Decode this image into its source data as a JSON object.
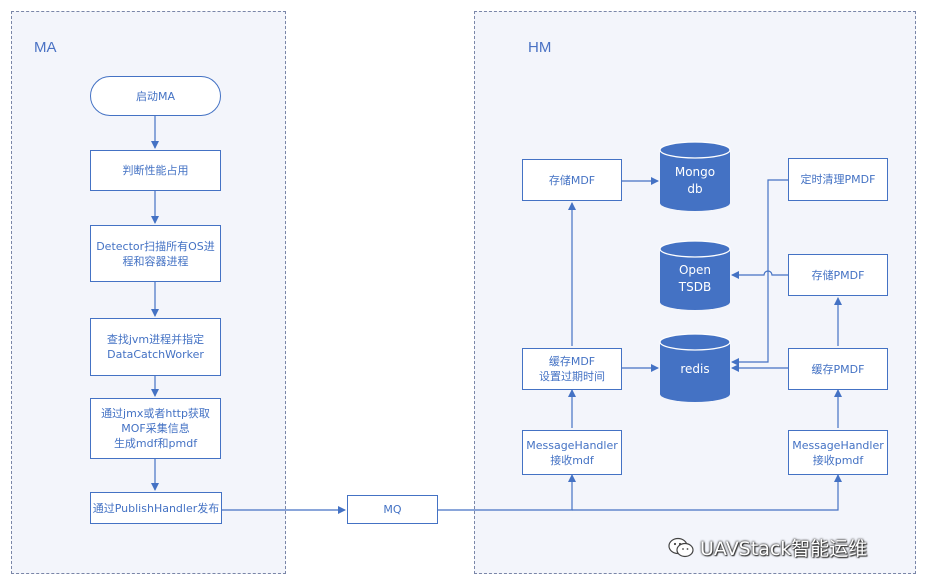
{
  "regions": {
    "ma": {
      "title": "MA"
    },
    "hm": {
      "title": "HM"
    }
  },
  "ma_flow": {
    "start": "启动MA",
    "step1": "判断性能占用",
    "step2": [
      "Detector扫描所有OS进",
      "程和容器进程"
    ],
    "step3": [
      "查找jvm进程并指定",
      "DataCatchWorker"
    ],
    "step4": [
      "通过jmx或者http获取",
      "MOF采集信息",
      "生成mdf和pmdf"
    ],
    "step5": "通过PublishHandler发布"
  },
  "mq": {
    "label": "MQ"
  },
  "hm_flow": {
    "store_mdf": "存储MDF",
    "cache_mdf": [
      "缓存MDF",
      "设置过期时间"
    ],
    "handler_left": [
      "MessageHandler",
      "接收mdf"
    ],
    "clean_pmdf": "定时清理PMDF",
    "store_pmdf": "存储PMDF",
    "cache_pmdf": "缓存PMDF",
    "handler_right": [
      "MessageHandler",
      "接收pmdf"
    ]
  },
  "databases": {
    "mongo": [
      "Mongo",
      "db"
    ],
    "tsdb": [
      "Open",
      "TSDB"
    ],
    "redis": [
      "redis"
    ]
  },
  "colors": {
    "stroke": "#4472c4",
    "db_fill": "#4472c4",
    "region_bg": "#f3f5fb",
    "region_border": "#7a86a8"
  },
  "watermark": {
    "text": "UAVStack智能运维",
    "icon": "wechat-icon"
  }
}
